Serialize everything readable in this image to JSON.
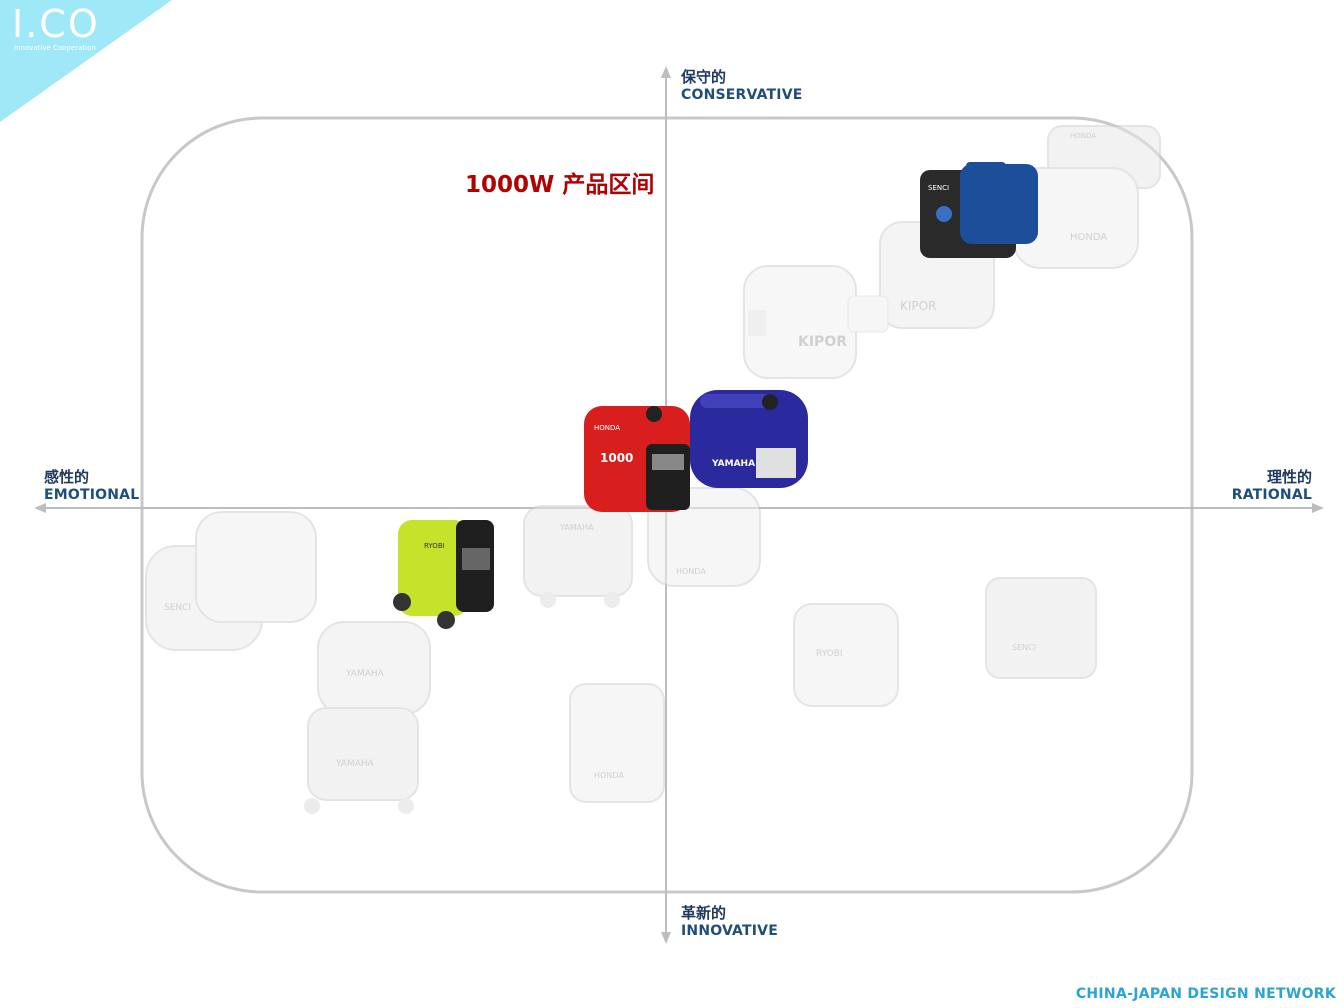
{
  "logo": {
    "text": "I.CO",
    "subtitle": "Innovative Cooperation",
    "color": "#9fe8f7"
  },
  "title": "1000W 产品区间",
  "axes": {
    "top": {
      "cn": "保守的",
      "en": "CONSERVATIVE"
    },
    "bottom": {
      "cn": "革新的",
      "en": "INNOVATIVE"
    },
    "left": {
      "cn": "感性的",
      "en": "EMOTIONAL"
    },
    "right": {
      "cn": "理性的",
      "en": "RATIONAL"
    }
  },
  "footer": "CHINA-JAPAN DESIGN NETWORK",
  "colors": {
    "title": "#b30000",
    "axis_label": "#1f4e79",
    "footer": "#2aa3d6",
    "frame": "#c8c8c8"
  },
  "products": {
    "highlighted": [
      {
        "brand": "HONDA",
        "color": "#d91e1e",
        "model_label": "1000"
      },
      {
        "brand": "YAMAHA",
        "color": "#2a2a9e"
      },
      {
        "brand": "RYOBI",
        "color": "#c6e22a"
      },
      {
        "brand": "SENCI",
        "color": "#1d4e9a"
      }
    ],
    "faded": [
      {
        "brand": "HONDA"
      },
      {
        "brand": "HONDA"
      },
      {
        "brand": "KIPOR"
      },
      {
        "brand": "KIPOR"
      },
      {
        "brand": "SENCI"
      },
      {
        "brand": "YAMAHA"
      },
      {
        "brand": "YAMAHA"
      },
      {
        "brand": "YAMAHA"
      },
      {
        "brand": "HONDA"
      },
      {
        "brand": "RYOBI"
      },
      {
        "brand": "HONDA"
      },
      {
        "brand": "SENCI"
      }
    ]
  }
}
